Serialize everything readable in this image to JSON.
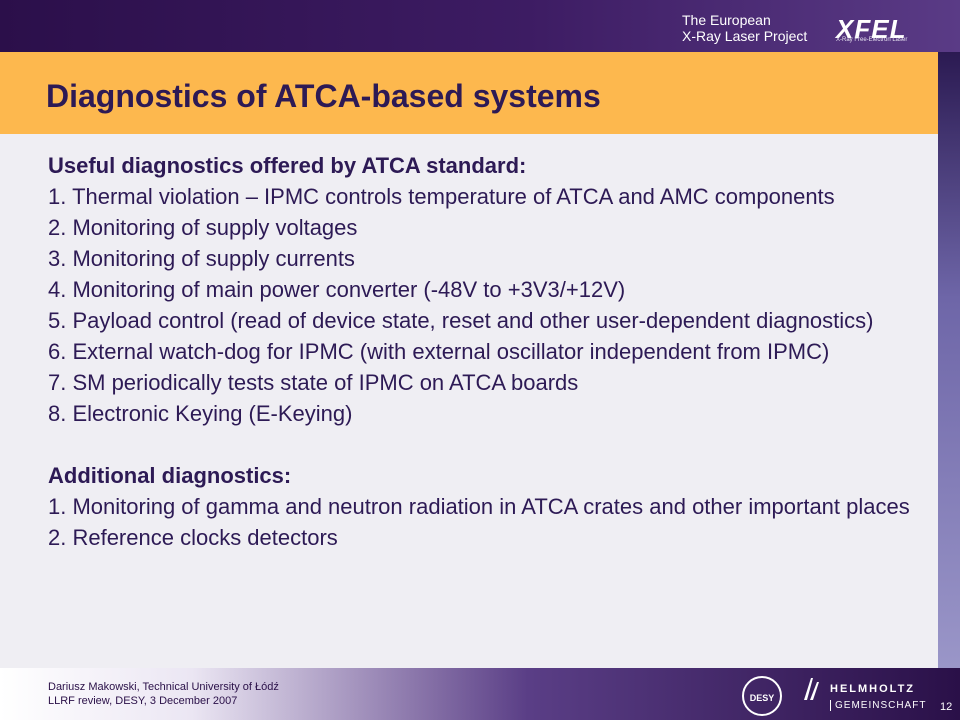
{
  "header": {
    "org_line1": "The European",
    "org_line2": "X-Ray Laser Project",
    "logo_text": "XFEL",
    "logo_subtext": "X-Ray Free-Electron Laser"
  },
  "title": "Diagnostics of ATCA-based systems",
  "body": {
    "section1_heading": "Useful diagnostics offered by ATCA standard:",
    "section1_items": [
      "1. Thermal violation – IPMC controls temperature of ATCA and AMC components",
      "2. Monitoring of supply voltages",
      "3. Monitoring of supply currents",
      "4. Monitoring of main power converter (-48V to +3V3/+12V)",
      "5. Payload control (read of device state, reset and other user-dependent diagnostics)",
      "6. External watch-dog for IPMC (with external oscillator independent from IPMC)",
      "7. SM periodically tests state of IPMC on ATCA boards",
      "8. Electronic Keying (E-Keying)"
    ],
    "section2_heading": "Additional diagnostics:",
    "section2_items": [
      "1. Monitoring of gamma and neutron radiation in ATCA crates and other important places",
      "2. Reference clocks detectors"
    ]
  },
  "footer": {
    "author": "Dariusz Makowski, Technical University of Łódź",
    "event": "LLRF review, DESY, 3 December 2007",
    "desy_label": "DESY",
    "helmholtz_line1": "HELMHOLTZ",
    "helmholtz_line2": "GEMEINSCHAFT",
    "page_number": "12"
  },
  "colors": {
    "title_band": "#fdb84e",
    "text": "#2d1a55",
    "header_bg": "#2b0f4a"
  }
}
